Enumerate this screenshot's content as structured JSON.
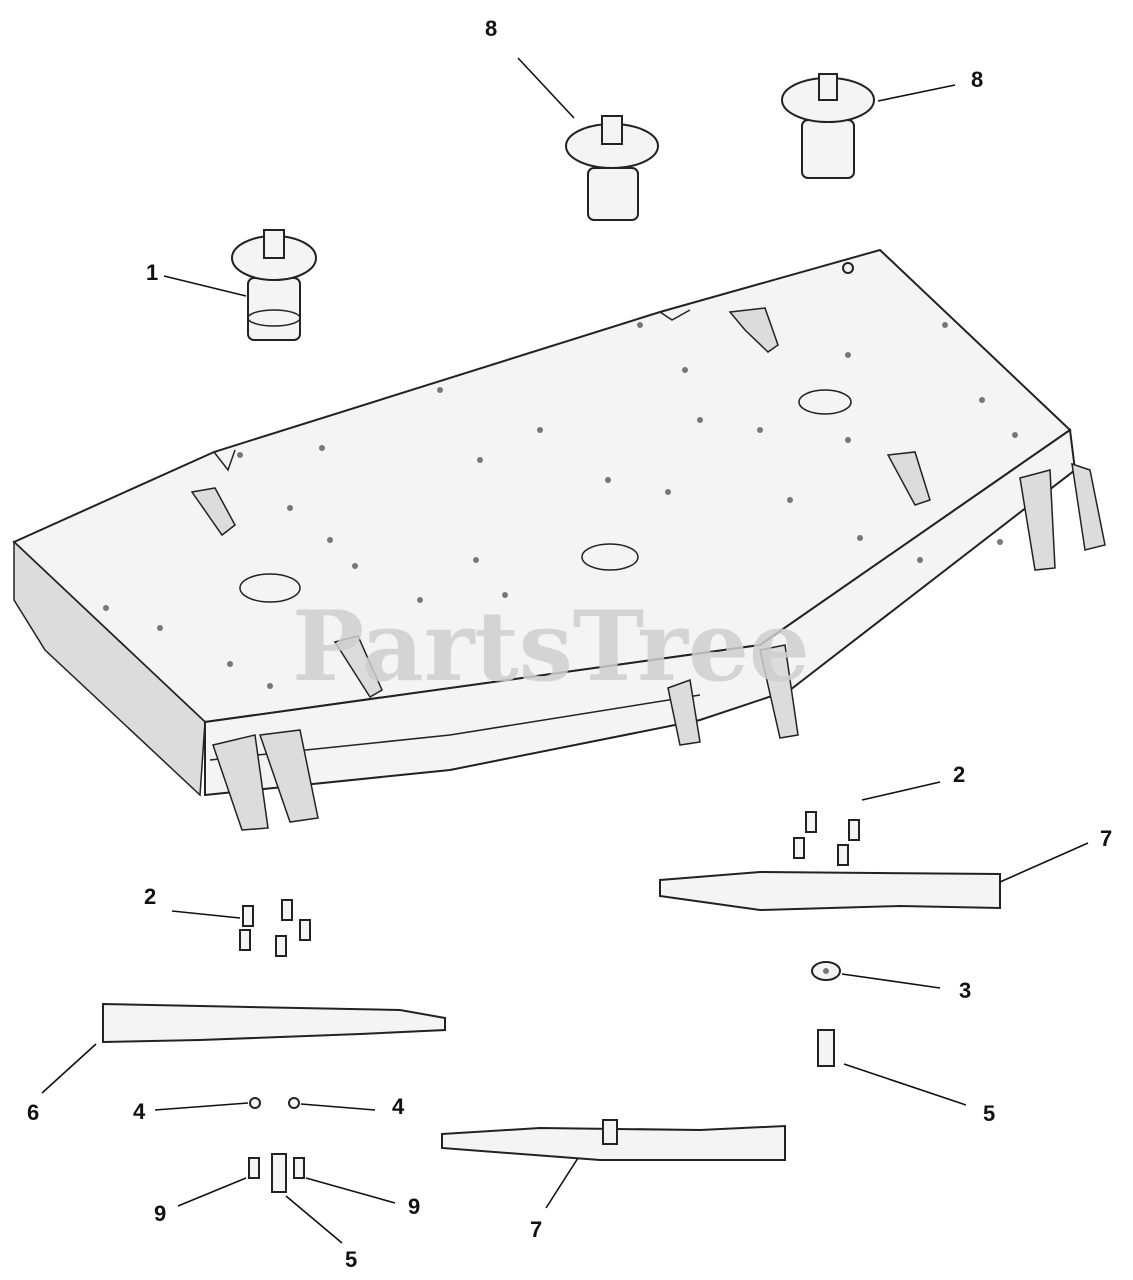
{
  "watermark": "PartsTree",
  "callouts": {
    "c1": "1",
    "c2a": "2",
    "c2b": "2",
    "c3": "3",
    "c4a": "4",
    "c4b": "4",
    "c5a": "5",
    "c5b": "5",
    "c6": "6",
    "c7a": "7",
    "c7b": "7",
    "c8a": "8",
    "c8b": "8",
    "c9a": "9",
    "c9b": "9"
  }
}
